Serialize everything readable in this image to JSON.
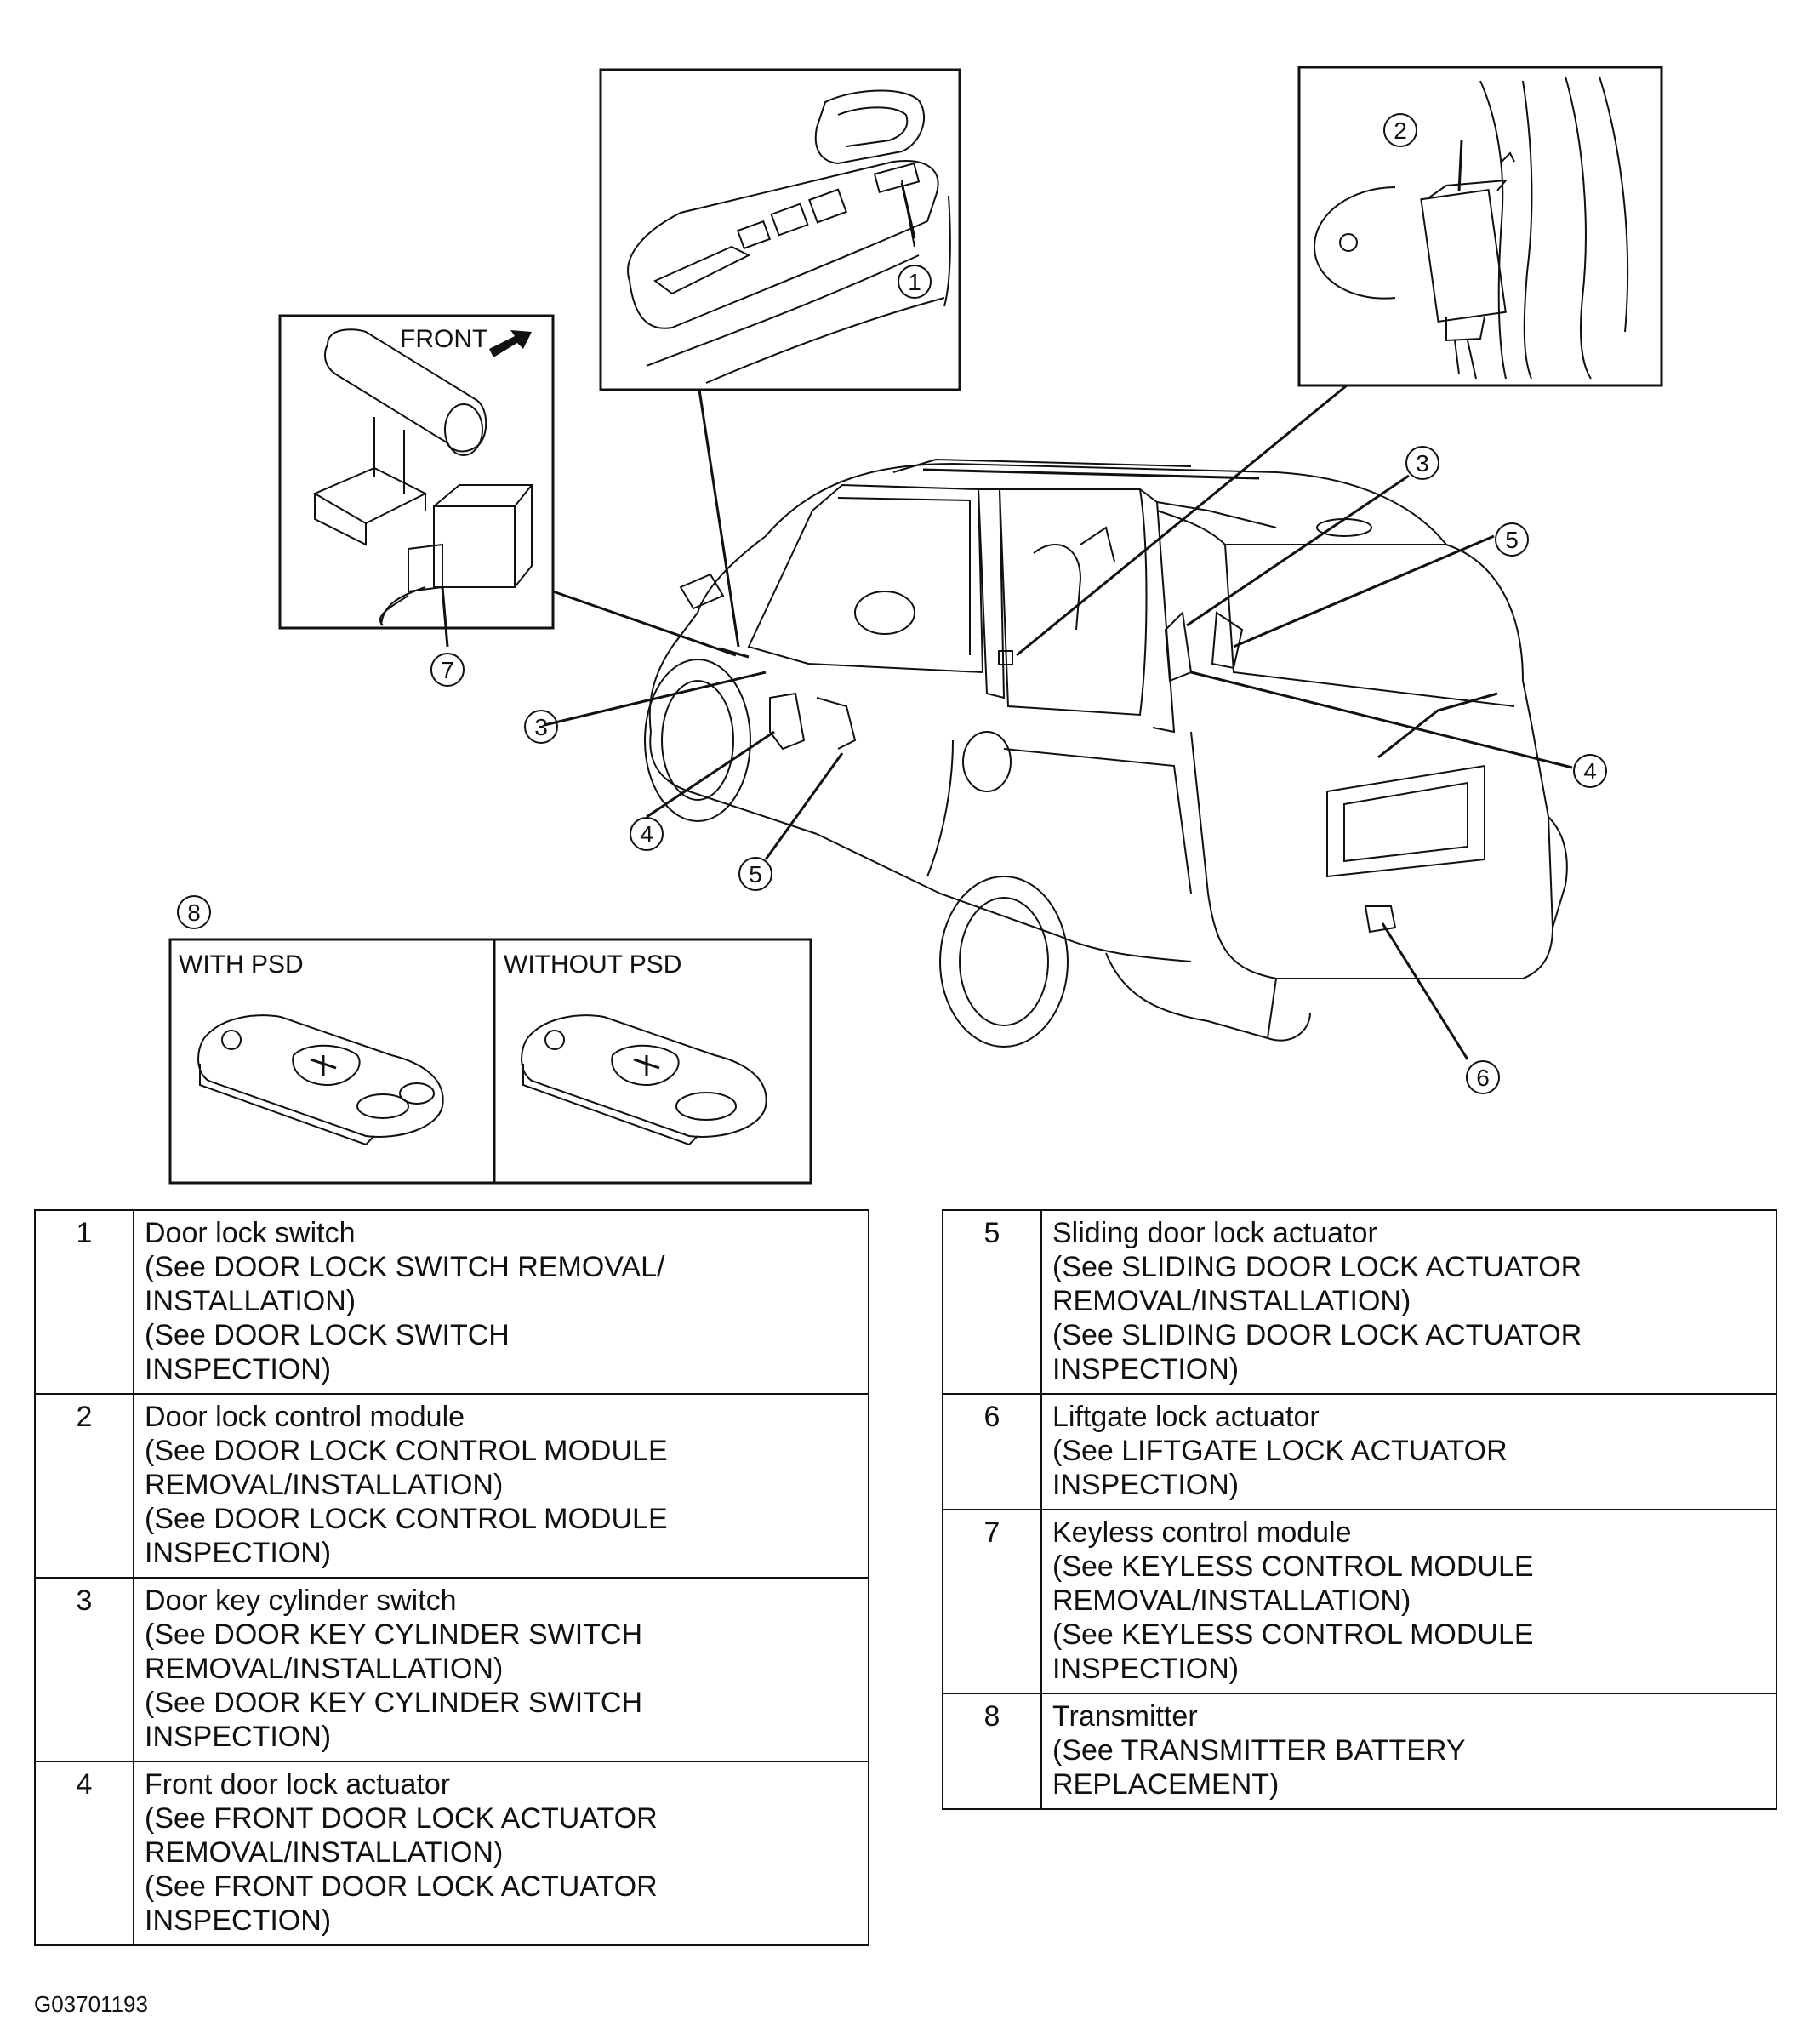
{
  "diagram": {
    "inset_front_label": "FRONT",
    "transmitter_with_psd": "WITH PSD",
    "transmitter_without_psd": "WITHOUT PSD",
    "callouts": [
      "1",
      "2",
      "3",
      "3",
      "4",
      "4",
      "5",
      "5",
      "6",
      "7",
      "8"
    ]
  },
  "legend_left": [
    {
      "num": "1",
      "lines": [
        "Door lock switch",
        "(See  DOOR LOCK SWITCH REMOVAL/",
        "INSTALLATION)",
        "(See DOOR LOCK SWITCH",
        "INSPECTION)"
      ]
    },
    {
      "num": "2",
      "lines": [
        "Door lock control module",
        "(See  DOOR LOCK CONTROL MODULE",
        "REMOVAL/INSTALLATION)",
        "(See DOOR LOCK CONTROL MODULE",
        "INSPECTION)"
      ]
    },
    {
      "num": "3",
      "lines": [
        "Door key cylinder switch",
        "(See  DOOR KEY CYLINDER SWITCH",
        "REMOVAL/INSTALLATION)",
        "(See  DOOR KEY CYLINDER SWITCH",
        "INSPECTION)"
      ]
    },
    {
      "num": "4",
      "lines": [
        "Front door lock actuator",
        "(See FRONT DOOR LOCK ACTUATOR",
        "REMOVAL/INSTALLATION)",
        "(See FRONT DOOR LOCK ACTUATOR",
        "INSPECTION)"
      ]
    }
  ],
  "legend_right": [
    {
      "num": "5",
      "lines": [
        "Sliding door lock actuator",
        "(See SLIDING DOOR LOCK ACTUATOR",
        "REMOVAL/INSTALLATION)",
        "(See SLIDING DOOR LOCK ACTUATOR",
        "INSPECTION)"
      ]
    },
    {
      "num": "6",
      "lines": [
        "Liftgate lock actuator",
        "(See LIFTGATE LOCK ACTUATOR",
        "INSPECTION)"
      ]
    },
    {
      "num": "7",
      "lines": [
        "Keyless control module",
        "(See  KEYLESS CONTROL MODULE",
        "REMOVAL/INSTALLATION)",
        "(See  KEYLESS CONTROL MODULE",
        "INSPECTION)"
      ]
    },
    {
      "num": "8",
      "lines": [
        "Transmitter",
        "(See TRANSMITTER BATTERY",
        "REPLACEMENT)"
      ]
    }
  ],
  "figure_code": "G03701193"
}
